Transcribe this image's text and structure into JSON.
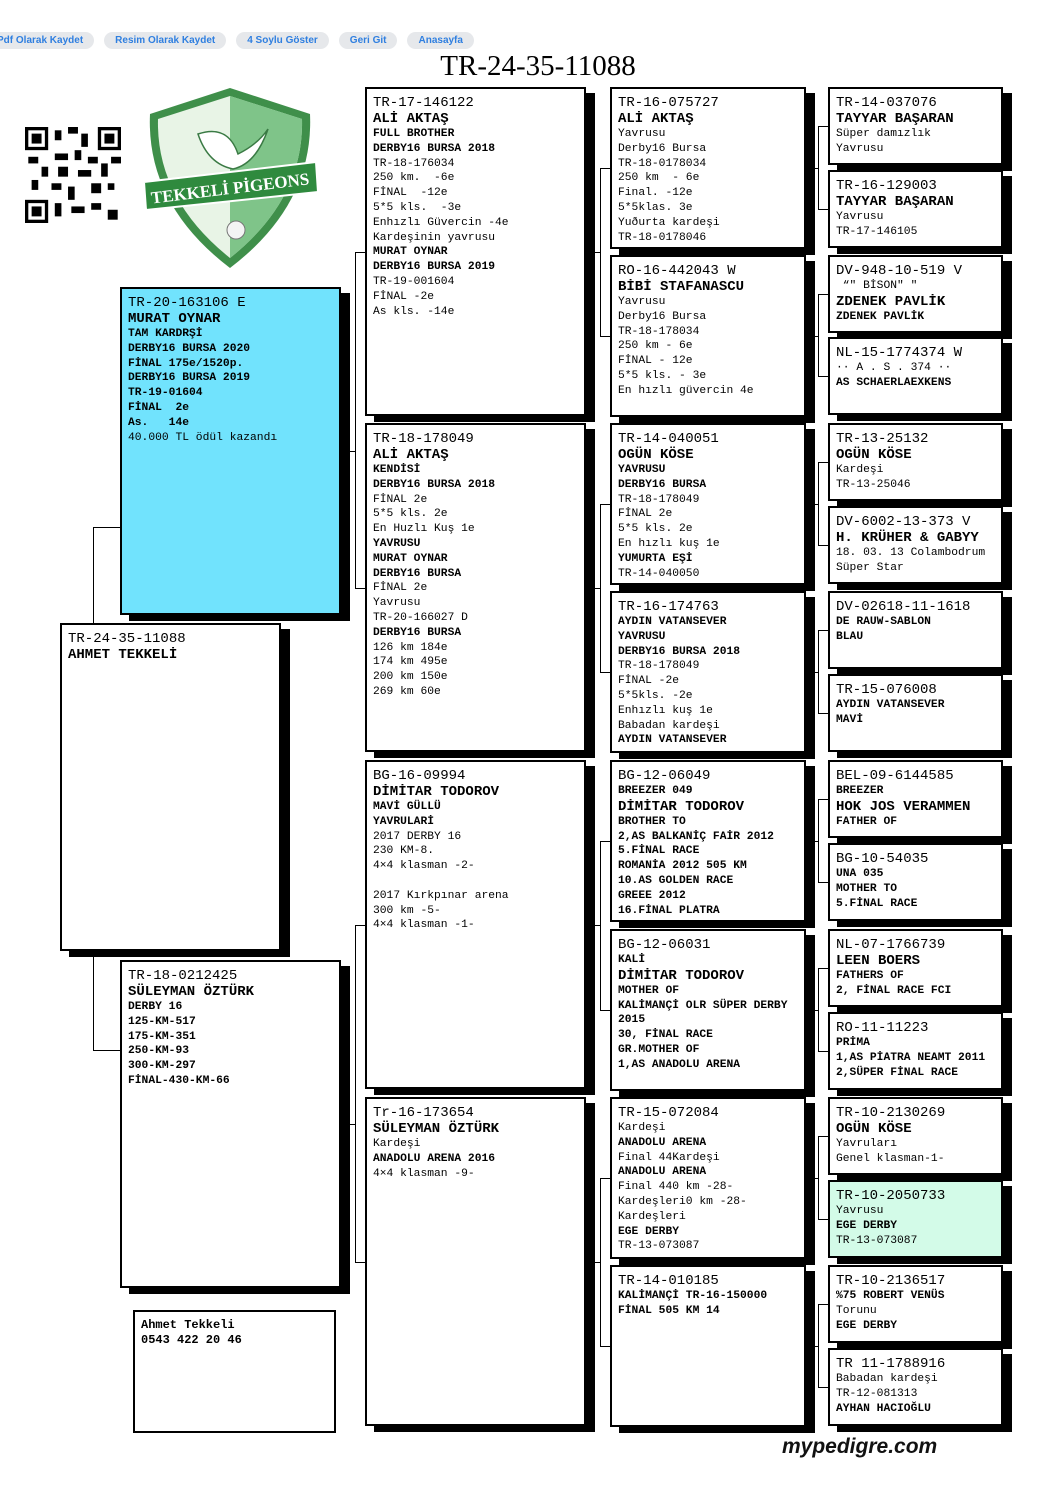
{
  "toolbar": {
    "buttons": [
      "Pdf Olarak Kaydet",
      "Resim Olarak Kaydet",
      "4 Soylu Göster",
      "Geri Git",
      "Anasayfa"
    ]
  },
  "title": "TR-24-35-11088",
  "logo_text": "TEKKELİ PİGEONS",
  "colors": {
    "sire_bg": "#71e3fd",
    "highlight_bg": "#d3fbe8",
    "button_text": "#2f7fe0"
  },
  "subject": {
    "lines": [
      {
        "t": "TR-24-35-11088",
        "s": "id"
      },
      {
        "t": "AHMET TEKKELİ",
        "s": "name"
      }
    ]
  },
  "sire": {
    "lines": [
      {
        "t": "TR-20-163106 E",
        "s": "id"
      },
      {
        "t": "MURAT OYNAR",
        "s": "name"
      },
      {
        "t": "TAM KARDRŞİ",
        "s": "sm"
      },
      {
        "t": "DERBY16 BURSA 2020",
        "s": "sm"
      },
      {
        "t": "FİNAL 175e/1520p.",
        "s": "sm"
      },
      {
        "t": "DERBY16 BURSA 2019",
        "s": "sm"
      },
      {
        "t": "TR-19-01604",
        "s": "sm"
      },
      {
        "t": "FİNAL  2e",
        "s": "sm"
      },
      {
        "t": "As.   14e",
        "s": "sm"
      },
      {
        "t": "40.000 TL ödül kazandı",
        "s": "tx"
      }
    ]
  },
  "dam": {
    "lines": [
      {
        "t": "TR-18-0212425",
        "s": "id"
      },
      {
        "t": "SÜLEYMAN ÖZTÜRK",
        "s": "name"
      },
      {
        "t": "DERBY 16",
        "s": "sm"
      },
      {
        "t": "125-KM-517",
        "s": "sm"
      },
      {
        "t": "175-KM-351",
        "s": "sm"
      },
      {
        "t": "250-KM-93",
        "s": "sm"
      },
      {
        "t": "300-KM-297",
        "s": "sm"
      },
      {
        "t": "FİNAL-430-KM-66",
        "s": "sm"
      }
    ]
  },
  "gen2": [
    {
      "lines": [
        {
          "t": "TR-17-146122",
          "s": "id"
        },
        {
          "t": "ALİ AKTAŞ",
          "s": "name"
        },
        {
          "t": "FULL BROTHER",
          "s": "sm"
        },
        {
          "t": "DERBY16 BURSA 2018",
          "s": "sm"
        },
        {
          "t": "TR-18-176034",
          "s": "tx"
        },
        {
          "t": "250 km.  -6e",
          "s": "tx"
        },
        {
          "t": "FİNAL  -12e",
          "s": "tx"
        },
        {
          "t": "5*5 kls.  -3e",
          "s": "tx"
        },
        {
          "t": "Enhızlı Güvercin -4e",
          "s": "tx"
        },
        {
          "t": "Kardeşinin yavrusu",
          "s": "tx"
        },
        {
          "t": "MURAT OYNAR",
          "s": "sm"
        },
        {
          "t": "DERBY16 BURSA 2019",
          "s": "sm"
        },
        {
          "t": "TR-19-001604",
          "s": "tx"
        },
        {
          "t": "FİNAL -2e",
          "s": "tx"
        },
        {
          "t": "As kls. -14e",
          "s": "tx"
        }
      ]
    },
    {
      "lines": [
        {
          "t": "TR-18-178049",
          "s": "id"
        },
        {
          "t": "ALİ AKTAŞ",
          "s": "name"
        },
        {
          "t": "KENDİSİ",
          "s": "sm"
        },
        {
          "t": "DERBY16 BURSA 2018",
          "s": "sm"
        },
        {
          "t": "FİNAL 2e",
          "s": "tx"
        },
        {
          "t": "5*5 kls. 2e",
          "s": "tx"
        },
        {
          "t": "En Huzlı Kuş 1e",
          "s": "tx"
        },
        {
          "t": "YAVRUSU",
          "s": "sm"
        },
        {
          "t": "MURAT OYNAR",
          "s": "sm"
        },
        {
          "t": "DERBY16 BURSA",
          "s": "sm"
        },
        {
          "t": "FİNAL 2e",
          "s": "tx"
        },
        {
          "t": "Yavrusu",
          "s": "tx"
        },
        {
          "t": "TR-20-166027 D",
          "s": "tx"
        },
        {
          "t": "DERBY16 BURSA",
          "s": "sm"
        },
        {
          "t": "126 km 184e",
          "s": "tx"
        },
        {
          "t": "174 km 495e",
          "s": "tx"
        },
        {
          "t": "200 km 150e",
          "s": "tx"
        },
        {
          "t": "269 km 60e",
          "s": "tx"
        }
      ]
    },
    {
      "lines": [
        {
          "t": "BG-16-09994",
          "s": "id"
        },
        {
          "t": "DİMİTAR TODOROV",
          "s": "name"
        },
        {
          "t": "MAVİ GÜLLÜ",
          "s": "sm"
        },
        {
          "t": "YAVRULARİ",
          "s": "sm"
        },
        {
          "t": "2017 DERBY 16",
          "s": "tx"
        },
        {
          "t": "230 KM-8.",
          "s": "tx"
        },
        {
          "t": "4×4 klasman -2-",
          "s": "tx"
        },
        {
          "t": " ",
          "s": "tx"
        },
        {
          "t": "2017 Kırkpınar arena",
          "s": "tx"
        },
        {
          "t": "300 km -5-",
          "s": "tx"
        },
        {
          "t": "4×4 klasman -1-",
          "s": "tx"
        }
      ]
    },
    {
      "lines": [
        {
          "t": "Tr-16-173654",
          "s": "id"
        },
        {
          "t": "SÜLEYMAN ÖZTÜRK",
          "s": "name"
        },
        {
          "t": "Kardeşi",
          "s": "tx"
        },
        {
          "t": "ANADOLU ARENA 2016",
          "s": "sm"
        },
        {
          "t": "4×4 klasman -9-",
          "s": "tx"
        }
      ]
    }
  ],
  "gen3": [
    {
      "lines": [
        {
          "t": "TR-16-075727",
          "s": "id"
        },
        {
          "t": "ALİ AKTAŞ",
          "s": "name"
        },
        {
          "t": "Yavrusu",
          "s": "tx"
        },
        {
          "t": "Derby16 Bursa",
          "s": "tx"
        },
        {
          "t": "TR-18-0178034",
          "s": "tx"
        },
        {
          "t": "250 km  - 6e",
          "s": "tx"
        },
        {
          "t": "Final. -12e",
          "s": "tx"
        },
        {
          "t": "5*5klas. 3e",
          "s": "tx"
        },
        {
          "t": "Yuðurta kardeşi",
          "s": "tx"
        },
        {
          "t": "TR-18-0178046",
          "s": "tx"
        }
      ]
    },
    {
      "lines": [
        {
          "t": "RO-16-442043 W",
          "s": "id"
        },
        {
          "t": "BİBİ STAFANASCU",
          "s": "name"
        },
        {
          "t": "Yavrusu",
          "s": "tx"
        },
        {
          "t": "Derby16 Bursa",
          "s": "tx"
        },
        {
          "t": "TR-18-178034",
          "s": "tx"
        },
        {
          "t": "250 km - 6e",
          "s": "tx"
        },
        {
          "t": "FİNAL - 12e",
          "s": "tx"
        },
        {
          "t": "5*5 kls. - 3e",
          "s": "tx"
        },
        {
          "t": "En hızlı güvercin 4e",
          "s": "tx"
        }
      ]
    },
    {
      "lines": [
        {
          "t": "TR-14-040051",
          "s": "id"
        },
        {
          "t": "OGÜN KÖSE",
          "s": "name"
        },
        {
          "t": "YAVRUSU",
          "s": "sm"
        },
        {
          "t": "DERBY16 BURSA",
          "s": "sm"
        },
        {
          "t": "TR-18-178049",
          "s": "tx"
        },
        {
          "t": "FİNAL 2e",
          "s": "tx"
        },
        {
          "t": "5*5 kls. 2e",
          "s": "tx"
        },
        {
          "t": "En hızlı kuş 1e",
          "s": "tx"
        },
        {
          "t": "YUMURTA EŞİ",
          "s": "sm"
        },
        {
          "t": "TR-14-040050",
          "s": "tx"
        }
      ]
    },
    {
      "lines": [
        {
          "t": "TR-16-174763",
          "s": "id"
        },
        {
          "t": "AYDIN VATANSEVER",
          "s": "sm"
        },
        {
          "t": "YAVRUSU",
          "s": "sm"
        },
        {
          "t": "DERBY16 BURSA 2018",
          "s": "sm"
        },
        {
          "t": "TR-18-178049",
          "s": "tx"
        },
        {
          "t": "FİNAL -2e",
          "s": "tx"
        },
        {
          "t": "5*5kls. -2e",
          "s": "tx"
        },
        {
          "t": "Enhızlı kuş 1e",
          "s": "tx"
        },
        {
          "t": "Babadan kardeşi",
          "s": "tx"
        },
        {
          "t": "AYDIN VATANSEVER",
          "s": "sm"
        }
      ]
    },
    {
      "lines": [
        {
          "t": "BG-12-06049",
          "s": "id"
        },
        {
          "t": "BREEZER 049",
          "s": "sm"
        },
        {
          "t": "DİMİTAR TODOROV",
          "s": "name"
        },
        {
          "t": "BROTHER TO",
          "s": "sm"
        },
        {
          "t": "2,AS BALKANİÇ FAİR 2012",
          "s": "sm"
        },
        {
          "t": "5.FİNAL RACE",
          "s": "sm"
        },
        {
          "t": "ROMANİA 2012 505 KM",
          "s": "sm"
        },
        {
          "t": "10.AS GOLDEN RACE",
          "s": "sm"
        },
        {
          "t": "GREEE 2012",
          "s": "sm"
        },
        {
          "t": "16.FİNAL PLATRA",
          "s": "sm"
        }
      ]
    },
    {
      "lines": [
        {
          "t": "BG-12-06031",
          "s": "id"
        },
        {
          "t": "KALİ",
          "s": "sm"
        },
        {
          "t": "DİMİTAR TODOROV",
          "s": "name"
        },
        {
          "t": "MOTHER OF",
          "s": "sm"
        },
        {
          "t": "KALİMANÇİ OLR SÜPER DERBY",
          "s": "sm"
        },
        {
          "t": "2015",
          "s": "sm"
        },
        {
          "t": "30, FİNAL RACE",
          "s": "sm"
        },
        {
          "t": "GR.MOTHER OF",
          "s": "sm"
        },
        {
          "t": "1,AS ANADOLU ARENA",
          "s": "sm"
        }
      ]
    },
    {
      "lines": [
        {
          "t": "TR-15-072084",
          "s": "id"
        },
        {
          "t": "Kardeşi",
          "s": "tx"
        },
        {
          "t": "ANADOLU ARENA",
          "s": "sm"
        },
        {
          "t": "Final 44Kardeşi",
          "s": "tx"
        },
        {
          "t": "ANADOLU ARENA",
          "s": "sm"
        },
        {
          "t": "Final 440 km -28-",
          "s": "tx"
        },
        {
          "t": "Kardeşleri0 km -28-",
          "s": "tx"
        },
        {
          "t": "Kardeşleri",
          "s": "tx"
        },
        {
          "t": "EGE DERBY",
          "s": "sm"
        },
        {
          "t": "TR-13-073087",
          "s": "tx"
        }
      ]
    },
    {
      "lines": [
        {
          "t": "TR-14-010185",
          "s": "id"
        },
        {
          "t": "KALİMANÇİ TR-16-150000",
          "s": "sm"
        },
        {
          "t": "FİNAL 505 KM 14",
          "s": "sm"
        }
      ]
    }
  ],
  "gen4": [
    {
      "lines": [
        {
          "t": "TR-14-037076",
          "s": "id"
        },
        {
          "t": "TAYYAR BAŞARAN",
          "s": "name"
        },
        {
          "t": "Süper damızlık",
          "s": "tx"
        },
        {
          "t": "Yavrusu",
          "s": "tx"
        }
      ]
    },
    {
      "lines": [
        {
          "t": "TR-16-129003",
          "s": "id"
        },
        {
          "t": "TAYYAR BAŞARAN",
          "s": "name"
        },
        {
          "t": "Yavrusu",
          "s": "tx"
        },
        {
          "t": "TR-17-146105",
          "s": "tx"
        }
      ]
    },
    {
      "lines": [
        {
          "t": "DV-948-10-519 V",
          "s": "id"
        },
        {
          "t": " “\" BİSON\" \"",
          "s": "tx"
        },
        {
          "t": "ZDENEK PAVLİK",
          "s": "name"
        },
        {
          "t": "ZDENEK PAVLİK",
          "s": "sm"
        }
      ]
    },
    {
      "lines": [
        {
          "t": "NL-15-1774374 W",
          "s": "id"
        },
        {
          "t": "·· A . S . 374 ··",
          "s": "tx"
        },
        {
          "t": "AS SCHAERLAEXKENS",
          "s": "sm"
        }
      ]
    },
    {
      "lines": [
        {
          "t": "TR-13-25132",
          "s": "id"
        },
        {
          "t": "OGÜN KÖSE",
          "s": "name"
        },
        {
          "t": "Kardeşi",
          "s": "tx"
        },
        {
          "t": "TR-13-25046",
          "s": "tx"
        }
      ]
    },
    {
      "lines": [
        {
          "t": "DV-6002-13-373 V",
          "s": "id"
        },
        {
          "t": "H. KRÜHER & GABYY",
          "s": "name"
        },
        {
          "t": "18. 03. 13 Colambodrum",
          "s": "tx"
        },
        {
          "t": "Süper Star",
          "s": "tx"
        }
      ]
    },
    {
      "lines": [
        {
          "t": "DV-02618-11-1618",
          "s": "id"
        },
        {
          "t": "DE RAUW-SABLON",
          "s": "sm"
        },
        {
          "t": "BLAU",
          "s": "sm"
        }
      ]
    },
    {
      "lines": [
        {
          "t": "TR-15-076008",
          "s": "id"
        },
        {
          "t": "AYDIN VATANSEVER",
          "s": "sm"
        },
        {
          "t": "MAVİ",
          "s": "sm"
        }
      ]
    },
    {
      "lines": [
        {
          "t": "BEL-09-6144585",
          "s": "id"
        },
        {
          "t": "BREEZER",
          "s": "sm"
        },
        {
          "t": "HOK JOS VERAMMEN",
          "s": "name"
        },
        {
          "t": "FATHER OF",
          "s": "sm"
        }
      ]
    },
    {
      "lines": [
        {
          "t": "BG-10-54035",
          "s": "id"
        },
        {
          "t": "UNA 035",
          "s": "sm"
        },
        {
          "t": "MOTHER TO",
          "s": "sm"
        },
        {
          "t": "5.FİNAL RACE",
          "s": "sm"
        }
      ]
    },
    {
      "lines": [
        {
          "t": "NL-07-1766739",
          "s": "id"
        },
        {
          "t": "LEEN BOERS",
          "s": "name"
        },
        {
          "t": "FATHERS OF",
          "s": "sm"
        },
        {
          "t": "2, FİNAL RACE FCI",
          "s": "sm"
        }
      ]
    },
    {
      "lines": [
        {
          "t": "RO-11-11223",
          "s": "id"
        },
        {
          "t": "PRİMA",
          "s": "sm"
        },
        {
          "t": "1,AS PİATRA NEAMT 2011",
          "s": "sm"
        },
        {
          "t": "2,SÜPER FİNAL RACE",
          "s": "sm"
        }
      ]
    },
    {
      "lines": [
        {
          "t": "TR-10-2130269",
          "s": "id"
        },
        {
          "t": "OGÜN KÖSE",
          "s": "name"
        },
        {
          "t": "Yavruları",
          "s": "tx"
        },
        {
          "t": "Genel klasman-1-",
          "s": "tx"
        }
      ]
    },
    {
      "highlight": true,
      "lines": [
        {
          "t": "TR-10-2050733",
          "s": "id"
        },
        {
          "t": "Yavrusu",
          "s": "tx"
        },
        {
          "t": "EGE DERBY",
          "s": "sm"
        },
        {
          "t": "TR-13-073087",
          "s": "tx"
        }
      ]
    },
    {
      "lines": [
        {
          "t": "TR-10-2136517",
          "s": "id"
        },
        {
          "t": "%75 ROBERT VENÜS",
          "s": "sm"
        },
        {
          "t": "Torunu",
          "s": "tx"
        },
        {
          "t": "EGE DERBY",
          "s": "sm"
        }
      ]
    },
    {
      "lines": [
        {
          "t": "TR 11-1788916",
          "s": "id"
        },
        {
          "t": "Babadan kardeşi",
          "s": "tx"
        },
        {
          "t": "TR-12-081313",
          "s": "tx"
        },
        {
          "t": "AYHAN HACIOĞLU",
          "s": "sm"
        }
      ]
    }
  ],
  "contact": {
    "name": "Ahmet Tekkeli",
    "phone": "0543 422 20 46"
  },
  "footer": "mypedigre.com"
}
